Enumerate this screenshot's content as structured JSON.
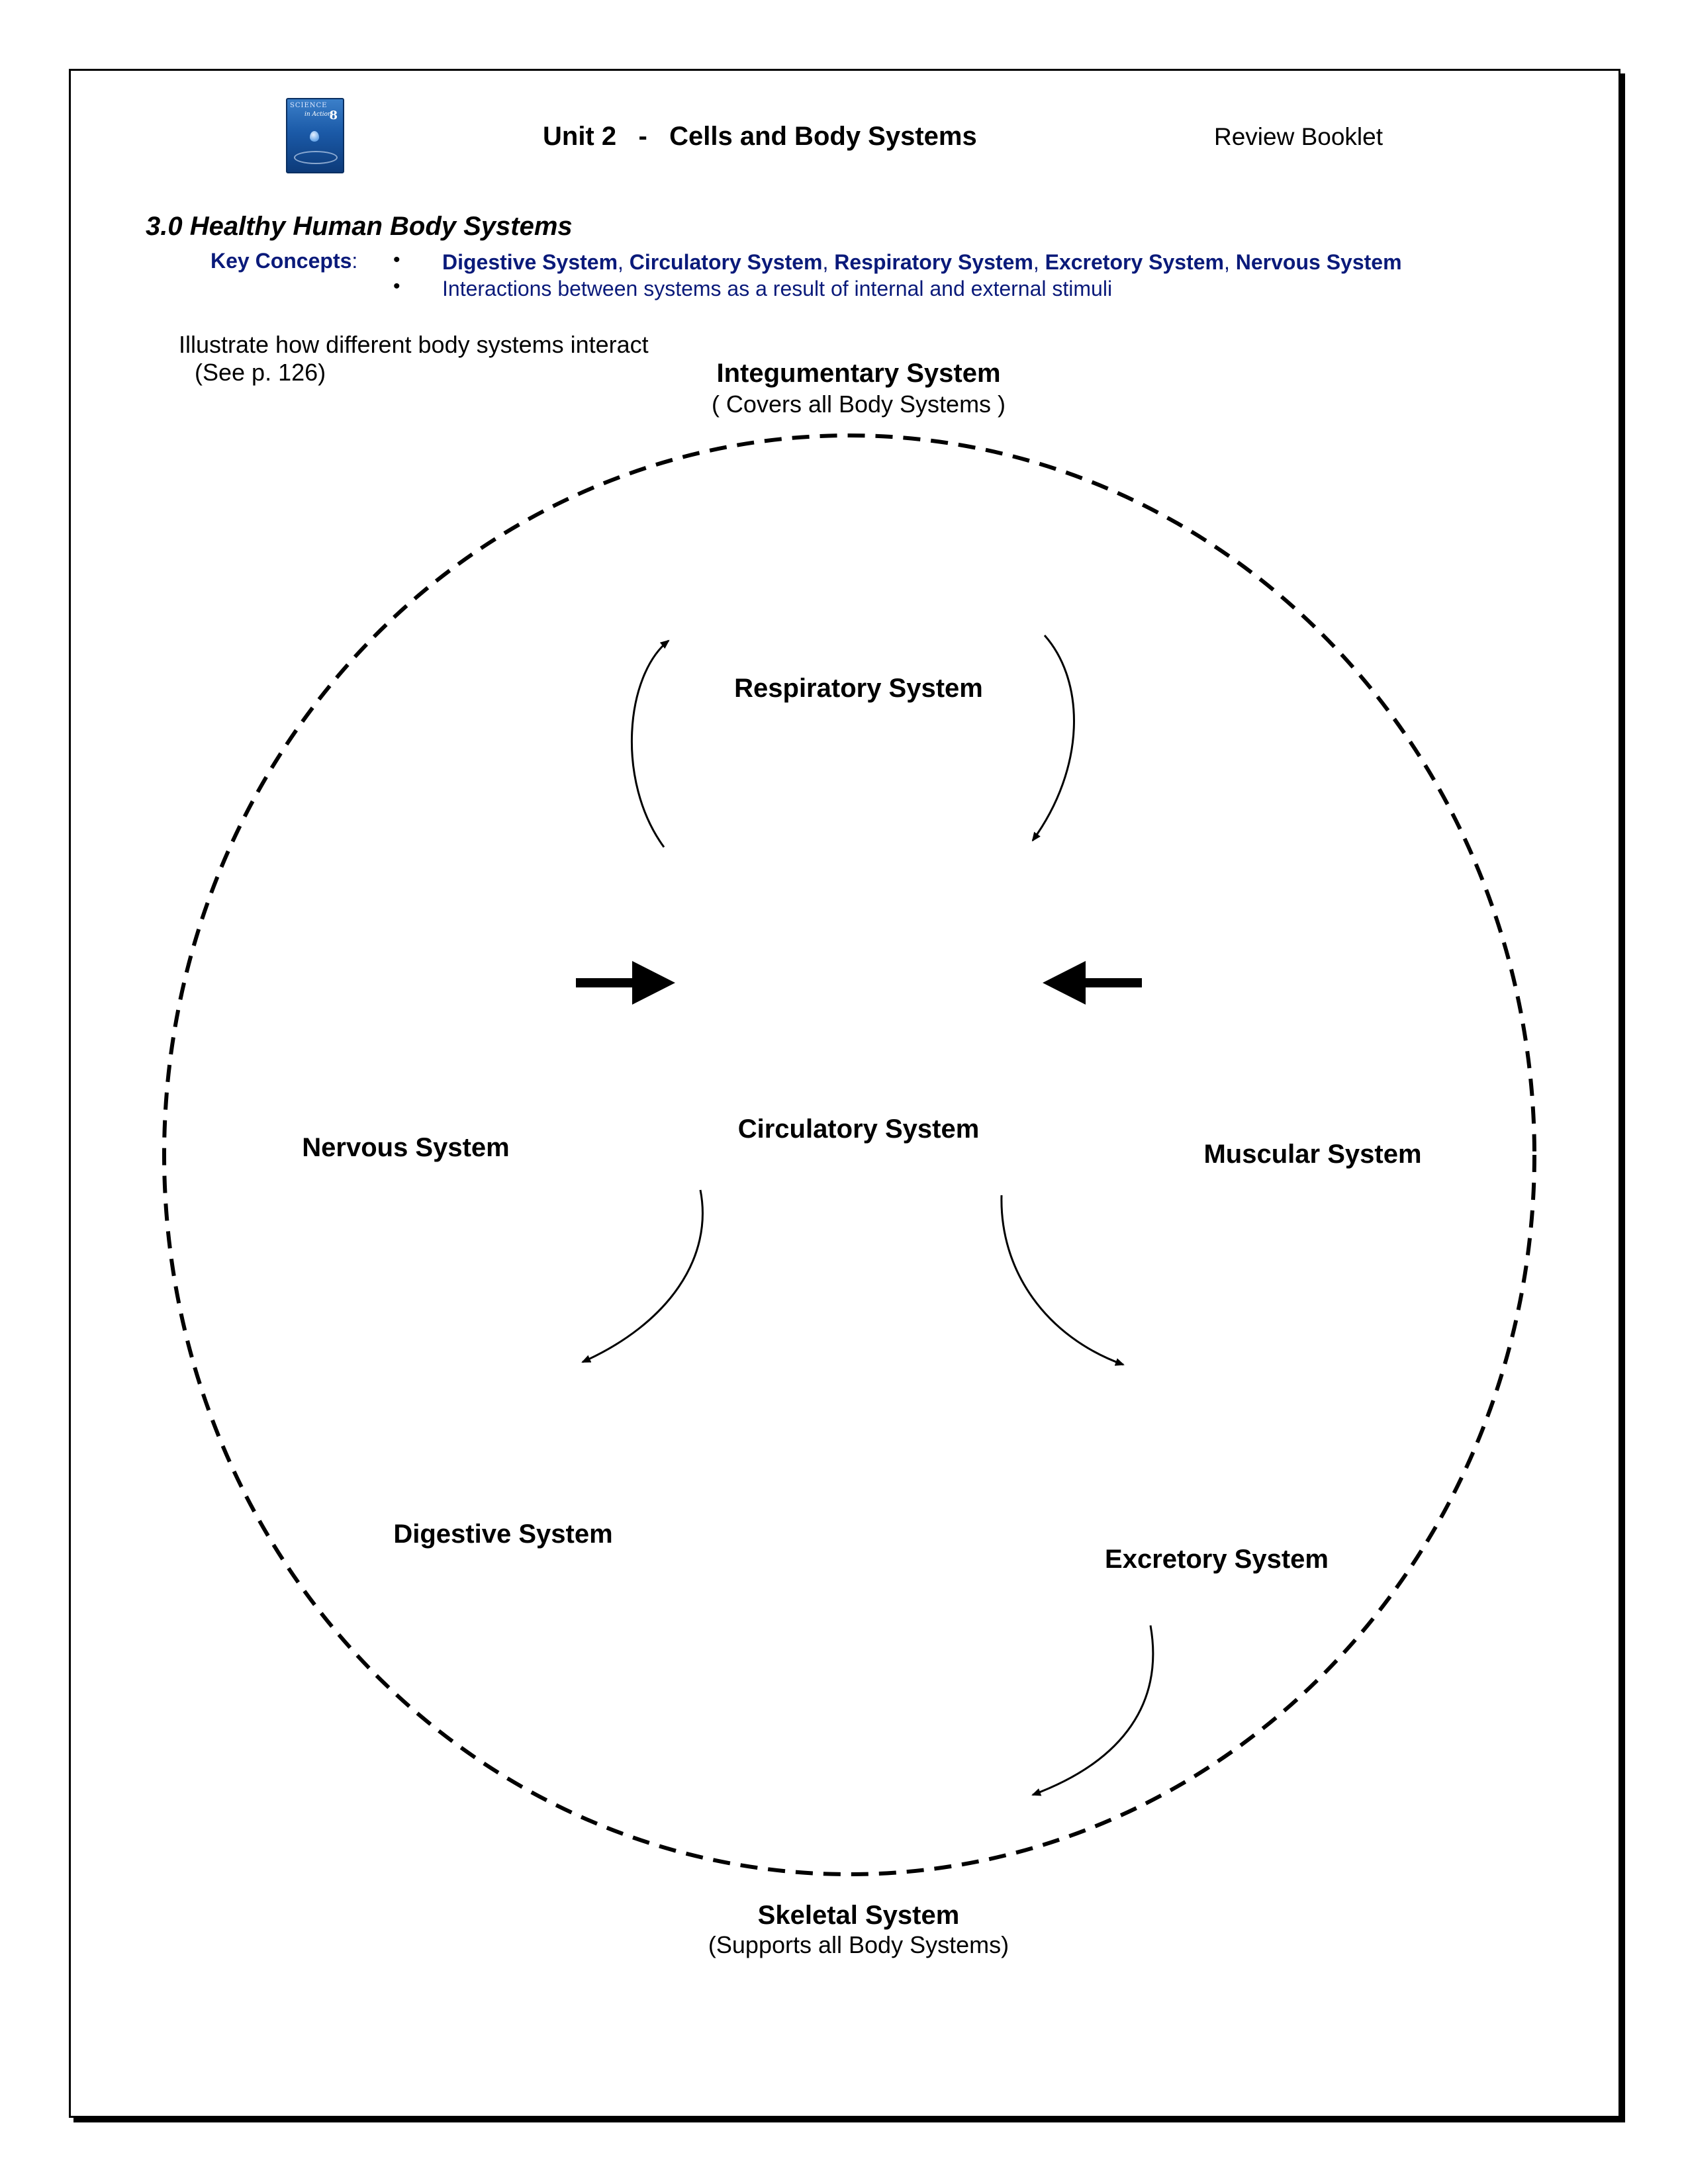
{
  "header": {
    "book_cover_text": {
      "title": "SCIENCE",
      "subtitle": "in Action",
      "number": "8"
    },
    "unit_title": "Unit 2   -   Cells and Body Systems",
    "right_label": "Review Booklet"
  },
  "section": {
    "title": "3.0 Healthy Human Body Systems",
    "key_concepts_label": "Key Concepts",
    "key_concepts_colon": ":",
    "bullet_symbol": "•",
    "concept_1_systems": [
      "Digestive System",
      "Circulatory System",
      "Respiratory System",
      "Excretory System",
      "Nervous System"
    ],
    "concept_1_separator": ", ",
    "concept_2": "Interactions between systems as a result of internal and external stimuli"
  },
  "prompt": {
    "line1": "Illustrate how different body systems interact",
    "line2": "(See p. 126)"
  },
  "diagram": {
    "integumentary": {
      "name": "Integumentary System",
      "note": "( Covers all Body Systems )"
    },
    "respiratory": "Respiratory System",
    "circulatory": "Circulatory System",
    "nervous": "Nervous System",
    "muscular": "Muscular System",
    "digestive": "Digestive System",
    "excretory": "Excretory System",
    "skeletal": {
      "name": "Skeletal System",
      "note": "(Supports all Body Systems)"
    }
  }
}
